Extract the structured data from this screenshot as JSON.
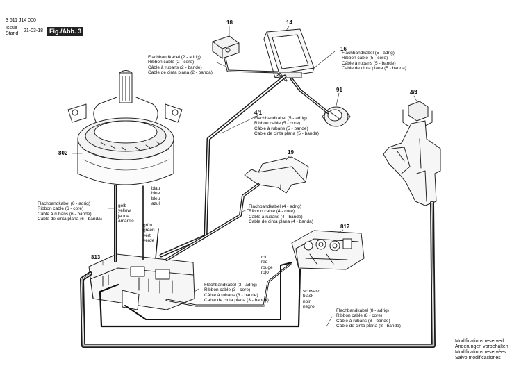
{
  "header": {
    "doc_number": "3 611 J14 000",
    "issue_label": "Issue",
    "stand_label": "Stand",
    "date": "21-03-18",
    "figure_label": "Fig./Abb. 3"
  },
  "parts": {
    "p18": "18",
    "p14": "14",
    "p16": "16",
    "p91": "91",
    "p4_4": "4/4",
    "p4_1": "4/1",
    "p802": "802",
    "p19": "19",
    "p817": "817",
    "p813": "813"
  },
  "cables": {
    "two_core": [
      "Flachbandkabel (2 - adrig)",
      "Ribbon cable (2 - core)",
      "Câble à rubans (2 - bande)",
      "Cable de cinta plana (2 - banda)"
    ],
    "five_core_a": [
      "Flachbandkabel (5 - adrig)",
      "Ribbon cable (5 - core)",
      "Câble à rubans (5 - bande)",
      "Cable de cinta plana (5 - banda)"
    ],
    "five_core_b": [
      "Flachbandkabel (5 - adrig)",
      "Ribbon cable (5 - core)",
      "Câble à rubans (5 - bande)",
      "Cable de cinta plana (5 - banda)"
    ],
    "six_core": [
      "Flachbandkabel (6 - adrig)",
      "Ribbon cable (6 - core)",
      "Câble à rubans (6 - bande)",
      "Cable de cinta plana (6 - banda)"
    ],
    "four_core": [
      "Flachbandkabel (4 - adrig)",
      "Ribbon cable (4 - core)",
      "Câble à rubans (4 - bande)",
      "Cable de cinta plana (4 - banda)"
    ],
    "three_core": [
      "Flachbandkabel (3 - adrig)",
      "Ribbon cable (3 - core)",
      "Câble à rubans (3 - bande)",
      "Cable de cinta plana (3 - banda)"
    ],
    "eight_core": [
      "Flachbandkabel (8 - adrig)",
      "Ribbon cable (8 - core)",
      "Câble à rubans (8 - bande)",
      "Cable de cinta plana (8 - banda)"
    ]
  },
  "wires": {
    "blue": [
      "blau",
      "blue",
      "bleu",
      "azul"
    ],
    "yellow": [
      "gelb",
      "yellow",
      "jaune",
      "amarillo"
    ],
    "green": [
      "grün",
      "green",
      "vert",
      "verde"
    ],
    "red": [
      "rot",
      "red",
      "rouge",
      "rojo"
    ],
    "black": [
      "schwarz",
      "black",
      "noir",
      "negro"
    ]
  },
  "footer": {
    "lines": [
      "Modifications reserved",
      "Änderungen vorbehalten",
      "Modifications reservées",
      "Salvo modificaciones"
    ]
  }
}
